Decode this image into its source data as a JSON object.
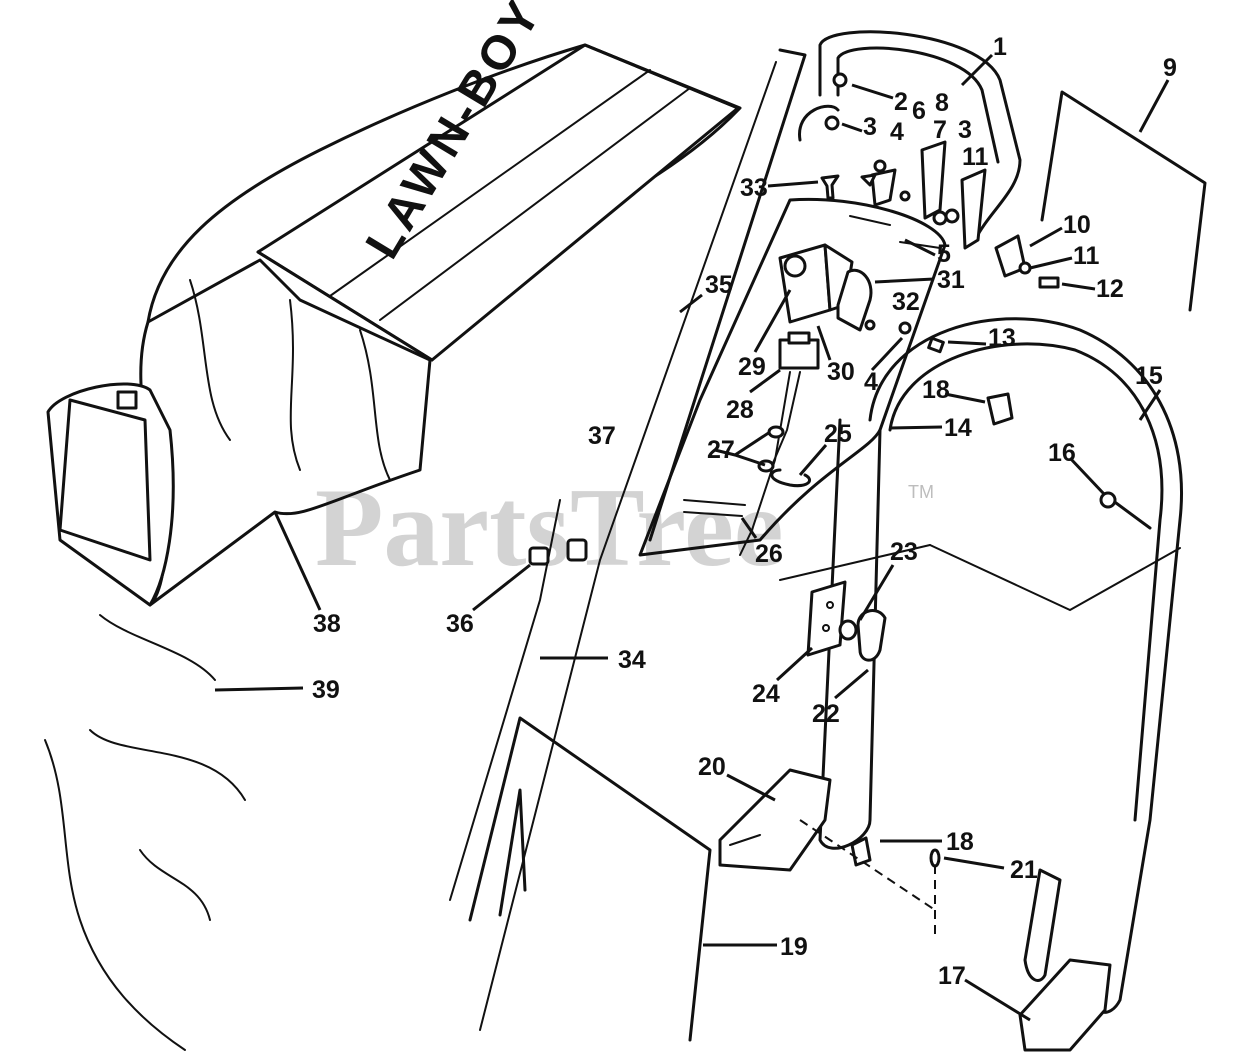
{
  "diagram": {
    "brand_label": "LAWN-BOY",
    "watermark": "PartsTree",
    "watermark_mark": "TM",
    "callouts": [
      {
        "id": "c1",
        "label": "1"
      },
      {
        "id": "c2",
        "label": "2"
      },
      {
        "id": "c3a",
        "label": "3"
      },
      {
        "id": "c4a",
        "label": "4"
      },
      {
        "id": "c6",
        "label": "6"
      },
      {
        "id": "c7",
        "label": "7"
      },
      {
        "id": "c8",
        "label": "8"
      },
      {
        "id": "c3b",
        "label": "3"
      },
      {
        "id": "c11a",
        "label": "11"
      },
      {
        "id": "c9",
        "label": "9"
      },
      {
        "id": "c33",
        "label": "33"
      },
      {
        "id": "c5",
        "label": "5"
      },
      {
        "id": "c10",
        "label": "10"
      },
      {
        "id": "c11b",
        "label": "11"
      },
      {
        "id": "c12",
        "label": "12"
      },
      {
        "id": "c31",
        "label": "31"
      },
      {
        "id": "c35",
        "label": "35"
      },
      {
        "id": "c32",
        "label": "32"
      },
      {
        "id": "c13",
        "label": "13"
      },
      {
        "id": "c29",
        "label": "29"
      },
      {
        "id": "c30",
        "label": "30"
      },
      {
        "id": "c4b",
        "label": "4"
      },
      {
        "id": "c15",
        "label": "15"
      },
      {
        "id": "c18a",
        "label": "18"
      },
      {
        "id": "c28",
        "label": "28"
      },
      {
        "id": "c14",
        "label": "14"
      },
      {
        "id": "c37",
        "label": "37"
      },
      {
        "id": "c27",
        "label": "27"
      },
      {
        "id": "c25",
        "label": "25"
      },
      {
        "id": "c16",
        "label": "16"
      },
      {
        "id": "c26",
        "label": "26"
      },
      {
        "id": "c23",
        "label": "23"
      },
      {
        "id": "c38",
        "label": "38"
      },
      {
        "id": "c36",
        "label": "36"
      },
      {
        "id": "c34",
        "label": "34"
      },
      {
        "id": "c39",
        "label": "39"
      },
      {
        "id": "c24",
        "label": "24"
      },
      {
        "id": "c22",
        "label": "22"
      },
      {
        "id": "c20",
        "label": "20"
      },
      {
        "id": "c18b",
        "label": "18"
      },
      {
        "id": "c21",
        "label": "21"
      },
      {
        "id": "c19",
        "label": "19"
      },
      {
        "id": "c17",
        "label": "17"
      }
    ]
  }
}
